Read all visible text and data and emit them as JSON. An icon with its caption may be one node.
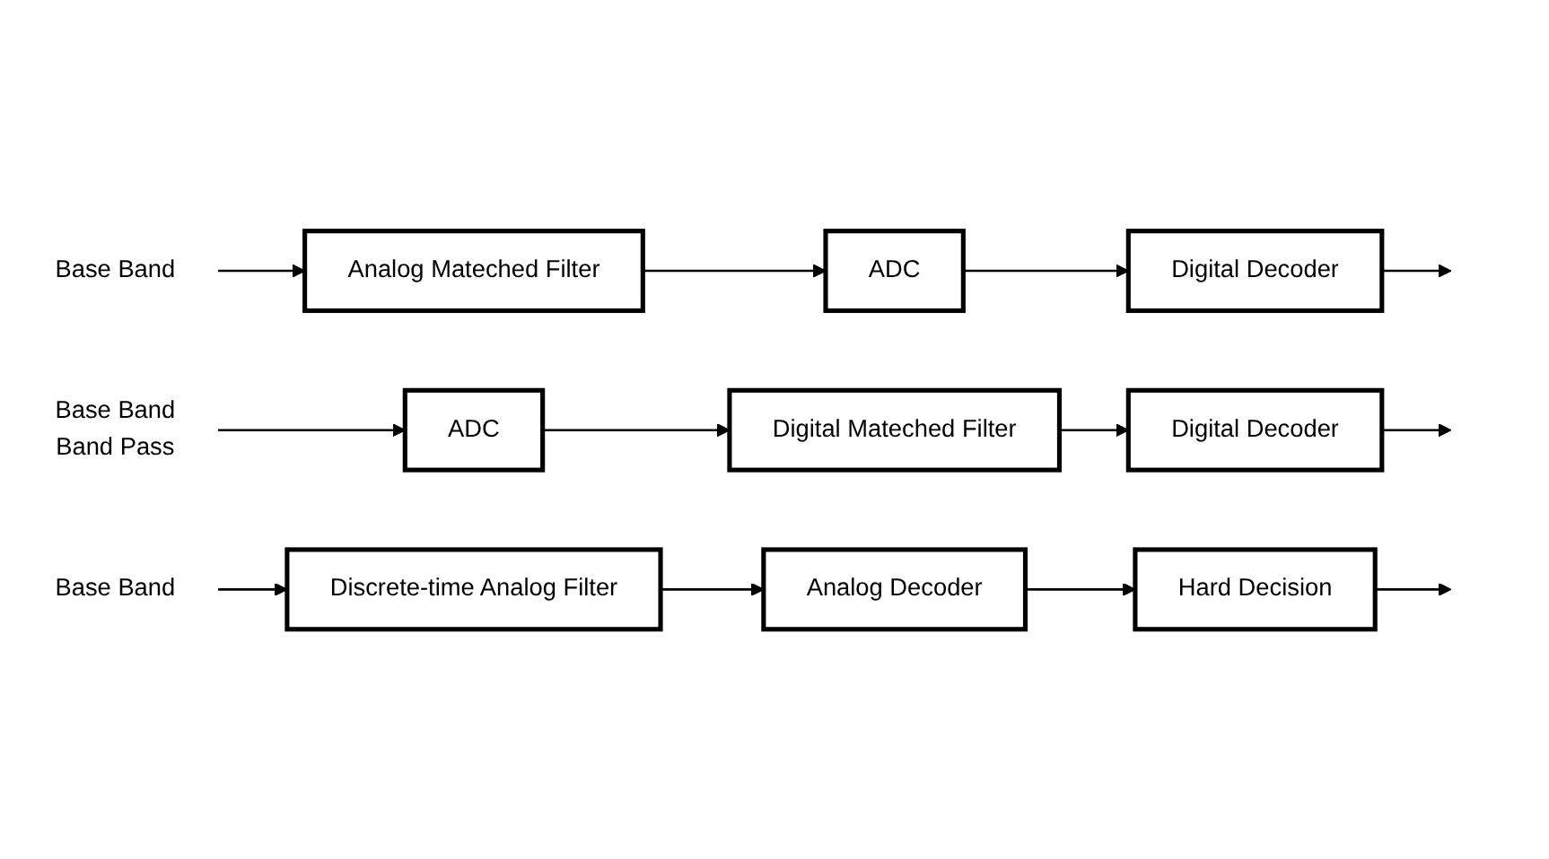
{
  "diagram": {
    "nodes": [
      {
        "text": [
          "Base Band"
        ]
      },
      {
        "text": [
          "Analog Mateched Filter"
        ]
      },
      {
        "text": [
          "ADC"
        ]
      },
      {
        "text": [
          "Digital Decoder"
        ]
      },
      {
        "text": [
          "Base Band",
          "Band Pass"
        ]
      },
      {
        "text": [
          "ADC"
        ]
      },
      {
        "text": [
          "Digital Mateched Filter"
        ]
      },
      {
        "text": [
          "Digital Decoder"
        ]
      },
      {
        "text": [
          "Base Band"
        ]
      },
      {
        "text": [
          "Discrete-time Analog Filter"
        ]
      },
      {
        "text": [
          "Analog Decoder"
        ]
      },
      {
        "text": [
          "Hard Decision"
        ]
      }
    ],
    "edges": [
      {
        "from": 0,
        "to": 1,
        "arrow": "to"
      },
      {
        "from": 1,
        "to": 2,
        "arrow": "to"
      },
      {
        "from": 2,
        "to": 3,
        "arrow": "to"
      },
      {
        "from": 3,
        "to": null,
        "arrow": "to"
      },
      {
        "from": 4,
        "to": 5,
        "arrow": "to"
      },
      {
        "from": 5,
        "to": 6,
        "arrow": "to"
      },
      {
        "from": 6,
        "to": 7,
        "arrow": "to"
      },
      {
        "from": 7,
        "to": null,
        "arrow": "to"
      },
      {
        "from": 8,
        "to": 9,
        "arrow": "to"
      },
      {
        "from": 9,
        "to": 10,
        "arrow": "to"
      },
      {
        "from": 10,
        "to": 11,
        "arrow": "to"
      },
      {
        "from": 11,
        "to": null,
        "arrow": "to"
      }
    ]
  }
}
